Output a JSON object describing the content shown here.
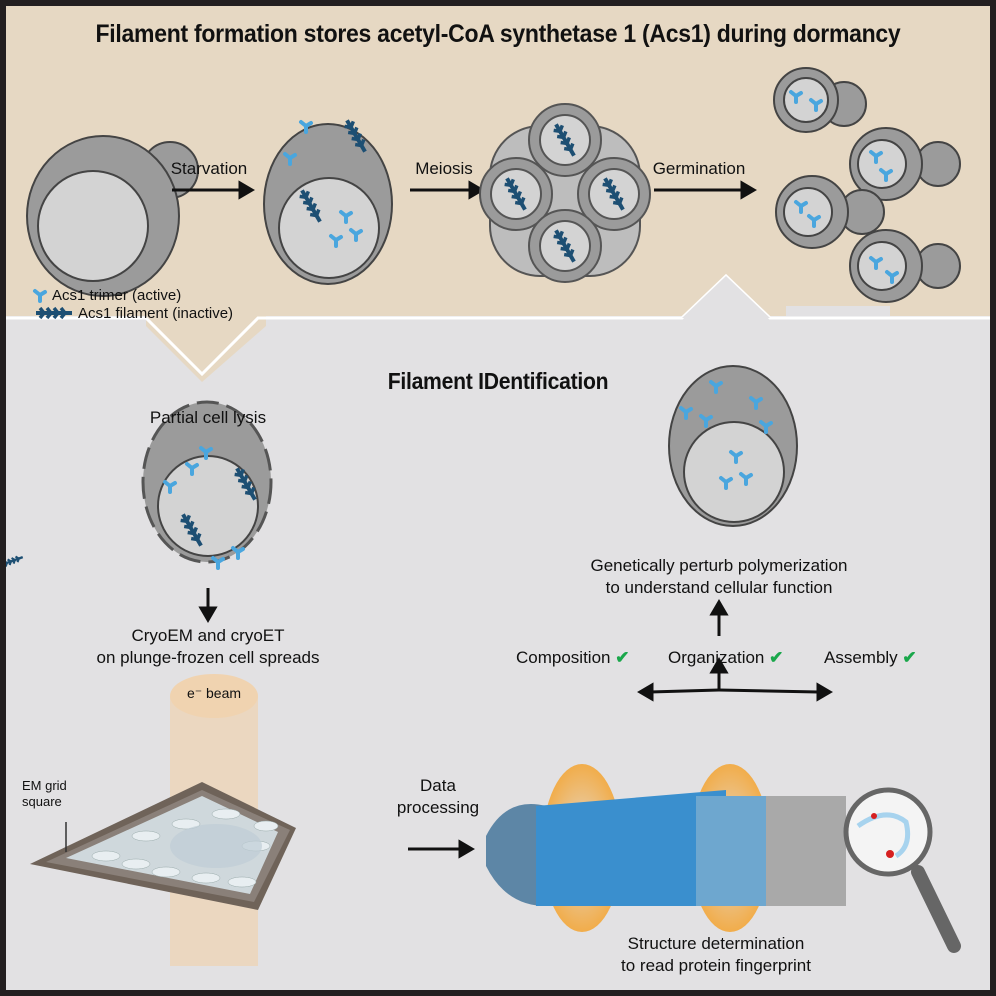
{
  "top_panel": {
    "title": "Filament formation stores acetyl-CoA synthetase 1 (Acs1) during dormancy",
    "steps": [
      "Starvation",
      "Meiosis",
      "Germination"
    ],
    "legend": [
      {
        "icon": "trimer-icon",
        "label": "Acs1 trimer (active)"
      },
      {
        "icon": "filament-icon",
        "label": "Acs1 filament (inactive)"
      }
    ]
  },
  "bottom_panel": {
    "title": "Filament IDentification",
    "lysis_label": "Partial cell lysis",
    "cryo_label_1": "CryoEM and cryoET",
    "cryo_label_2": "on plunge-frozen cell spreads",
    "beam_label": "e⁻ beam",
    "grid_label_1": "EM grid",
    "grid_label_2": "square",
    "processing_label_1": "Data",
    "processing_label_2": "processing",
    "structure_label_1": "Structure determination",
    "structure_label_2": "to read protein fingerprint",
    "perturb_label_1": "Genetically perturb polymerization",
    "perturb_label_2": "to understand cellular function",
    "outcomes": [
      {
        "label": "Composition",
        "check": "✔"
      },
      {
        "label": "Organization",
        "check": "✔"
      },
      {
        "label": "Assembly",
        "check": "✔"
      }
    ]
  },
  "colors": {
    "top_bg": "#e6d8c3",
    "bottom_bg": "#e2e1e3",
    "trimer": "#4aa6de",
    "filament": "#1d4f73",
    "cell": "#9b9b9b",
    "check": "#1aa74b",
    "beam": "#f0d3b0"
  }
}
